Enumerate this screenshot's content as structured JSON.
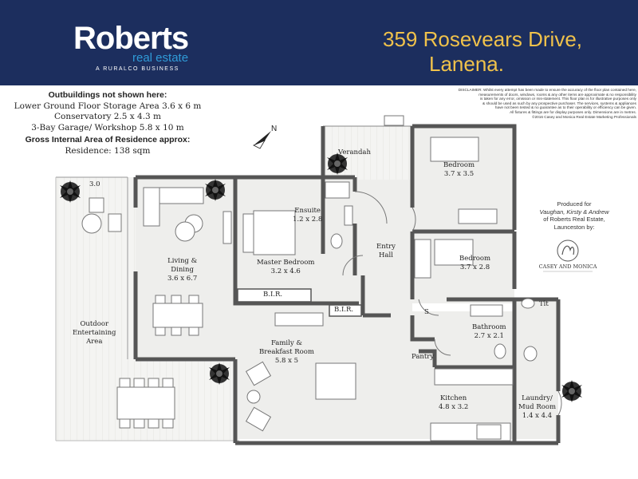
{
  "header": {
    "logo_main": "Roberts",
    "logo_sub": "real estate",
    "logo_tagline": "A RURALCO BUSINESS",
    "address_line1": "359 Rosevears Drive,",
    "address_line2": "Lanena."
  },
  "info": {
    "outbuildings_heading": "Outbuildings not shown here:",
    "outbuildings": [
      "Lower Ground Floor Storage Area  3.6 x 6 m",
      "Conservatory 2.5 x 4.3 m",
      "3-Bay Garage/ Workshop 5.8 x 10 m"
    ],
    "gia_heading": "Gross Internal Area of Residence approx:",
    "gia_value": "Residence: 138 sqm"
  },
  "disclaimer": {
    "lines": [
      "DISCLAIMER: Whilst every attempt has been made to ensure the accuracy of the floor plan contained here,",
      "measurements of doors, windows, rooms & any other items are approximate & no responsibility",
      "is taken for any error, omission or mis-statement. This floor plan is for illustrative purposes only",
      "& should be used as such by any prospective purchaser. The services, systems & appliances",
      "have not been tested & no guarantee as to their operability or efficiency can be given.",
      "All fixtures & fittings are for display purposes only. Dimensions are in metres.",
      "©2016 Casey and Monica Real Estate Marketing Professionals"
    ]
  },
  "produced": {
    "line1": "Produced for",
    "line2": "Vaughan, Kirsty & Andrew",
    "line3": "of Roberts Real Estate,",
    "line4": "Launceston by:",
    "logo_text": "CASEY AND MONICA"
  },
  "compass": {
    "label": "N"
  },
  "rooms": {
    "verandah": "Verandah",
    "bedroom1_name": "Bedroom",
    "bedroom1_size": "3.7 x 3.5",
    "ensuite_name": "Ensuite",
    "ensuite_size": "1.2 x 2.8",
    "outdoor_size": "3.0",
    "living_name1": "Living &",
    "living_name2": "Dining",
    "living_size": "3.6 x 6.7",
    "master_name": "Master Bedroom",
    "master_size": "3.2 x 4.6",
    "entry1": "Entry",
    "entry2": "Hall",
    "bedroom2_name": "Bedroom",
    "bedroom2_size": "3.7 x 2.8",
    "bir1": "B.I.R.",
    "bir2": "B.I.R.",
    "s_label": "S",
    "tlt": "Tlt",
    "bathroom_name": "Bathroom",
    "bathroom_size": "2.7 x 2.1",
    "outdoor1": "Outdoor",
    "outdoor2": "Entertaining",
    "outdoor3": "Area",
    "family1": "Family &",
    "family2": "Breakfast Room",
    "family_size": "5.8 x 5",
    "pantry": "Pantry",
    "kitchen_name": "Kitchen",
    "kitchen_size": "4.8 x 3.2",
    "laundry1": "Laundry/",
    "laundry2": "Mud Room",
    "laundry_size": "1.4 x 4.4"
  },
  "colors": {
    "header_bg": "#1c2e5e",
    "address": "#f0c24b",
    "logo_accent": "#2f9bd8",
    "floor": "#eeeeec",
    "wall": "#555555"
  }
}
